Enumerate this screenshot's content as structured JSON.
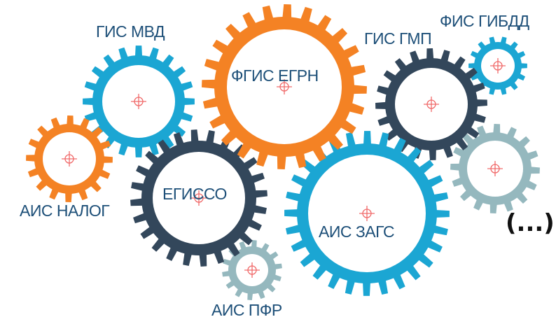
{
  "colors": {
    "orange": "#f48224",
    "blue": "#1ba6d3",
    "dark": "#33475b",
    "gray": "#95b8be",
    "label": "#1d4f78",
    "center_mark": "#f06a6a"
  },
  "gears": [
    {
      "label": "ГИС МВД",
      "color": "blue"
    },
    {
      "label": "ФГИС ЕГРН",
      "color": "orange"
    },
    {
      "label": "ГИС ГМП",
      "color": "dark"
    },
    {
      "label": "ФИС ГИБДД",
      "color": "blue"
    },
    {
      "label": "АИС НАЛОГ",
      "color": "orange"
    },
    {
      "label": "ЕГИССО",
      "color": "dark"
    },
    {
      "label": "АИС ЗАГС",
      "color": "blue"
    },
    {
      "label": "АИС ПФР",
      "color": "gray"
    },
    {
      "label": "",
      "color": "gray"
    }
  ],
  "ellipsis": "(...)",
  "icons": {
    "gear": "gear-icon",
    "center": "crosshair-icon"
  }
}
